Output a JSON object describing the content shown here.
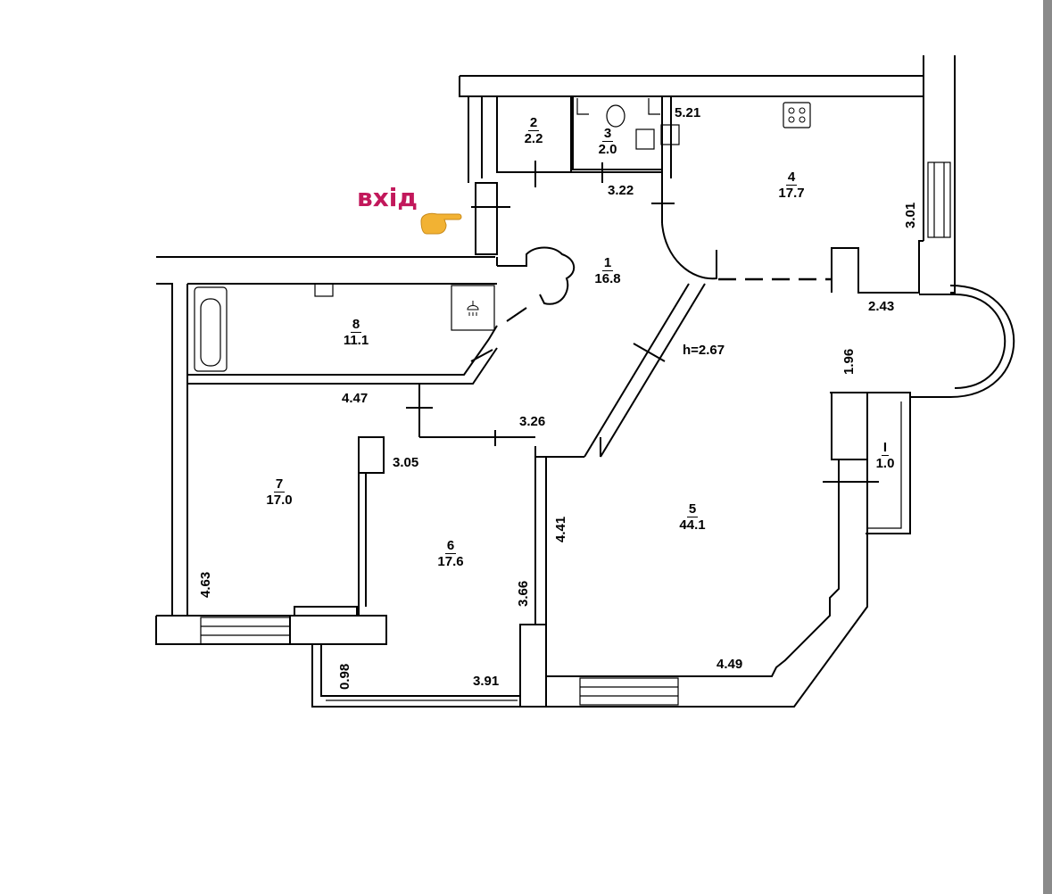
{
  "entrance_label": "вхід",
  "ceiling_height": "h=2.67",
  "rooms": [
    {
      "id": "1",
      "area": "16.8"
    },
    {
      "id": "2",
      "area": "2.2"
    },
    {
      "id": "3",
      "area": "2.0"
    },
    {
      "id": "4",
      "area": "17.7"
    },
    {
      "id": "5",
      "area": "44.1"
    },
    {
      "id": "6",
      "area": "17.6"
    },
    {
      "id": "7",
      "area": "17.0"
    },
    {
      "id": "8",
      "area": "11.1"
    },
    {
      "id": "I",
      "area": "1.0"
    }
  ],
  "dimensions": [
    "5.21",
    "3.22",
    "3.01",
    "2.43",
    "1.96",
    "4.47",
    "3.26",
    "3.05",
    "4.41",
    "4.63",
    "3.66",
    "0.98",
    "3.91",
    "4.49"
  ],
  "colors": {
    "entrance": "#c2185b",
    "pointer": "#f2b233"
  },
  "icons": [
    "pointing-hand-icon",
    "bathtub-icon",
    "shower-icon",
    "toilet-icon",
    "sink-icon",
    "stove-icon"
  ]
}
